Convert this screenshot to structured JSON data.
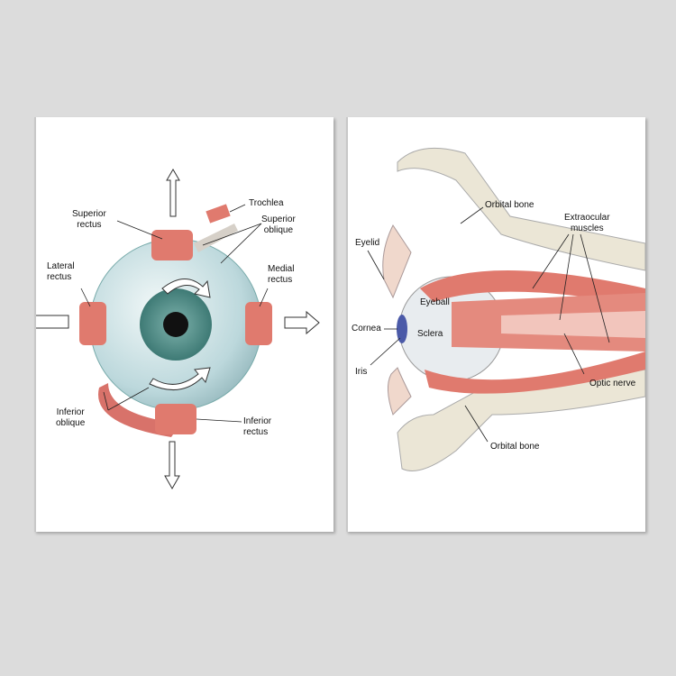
{
  "left_panel": {
    "labels": {
      "trochlea": "Trochlea",
      "superior_rectus": "Superior\nrectus",
      "superior_oblique": "Superior\noblique",
      "lateral_rectus": "Lateral\nrectus",
      "medial_rectus": "Medial\nrectus",
      "inferior_oblique": "Inferior\noblique",
      "inferior_rectus": "Inferior\nrectus"
    }
  },
  "right_panel": {
    "labels": {
      "orbital_bone_top": "Orbital bone",
      "extraocular_muscles": "Extraocular\nmuscles",
      "eyelid": "Eyelid",
      "eyeball": "Eyeball",
      "cornea": "Cornea",
      "sclera": "Sclera",
      "iris": "Iris",
      "optic_nerve": "Optic nerve",
      "orbital_bone_bottom": "Orbital bone"
    }
  },
  "colors": {
    "muscle": "#e07a6e",
    "eyeball": "#cfe3e6",
    "iris": "#4f8a86",
    "bone": "#ebe6d6"
  }
}
